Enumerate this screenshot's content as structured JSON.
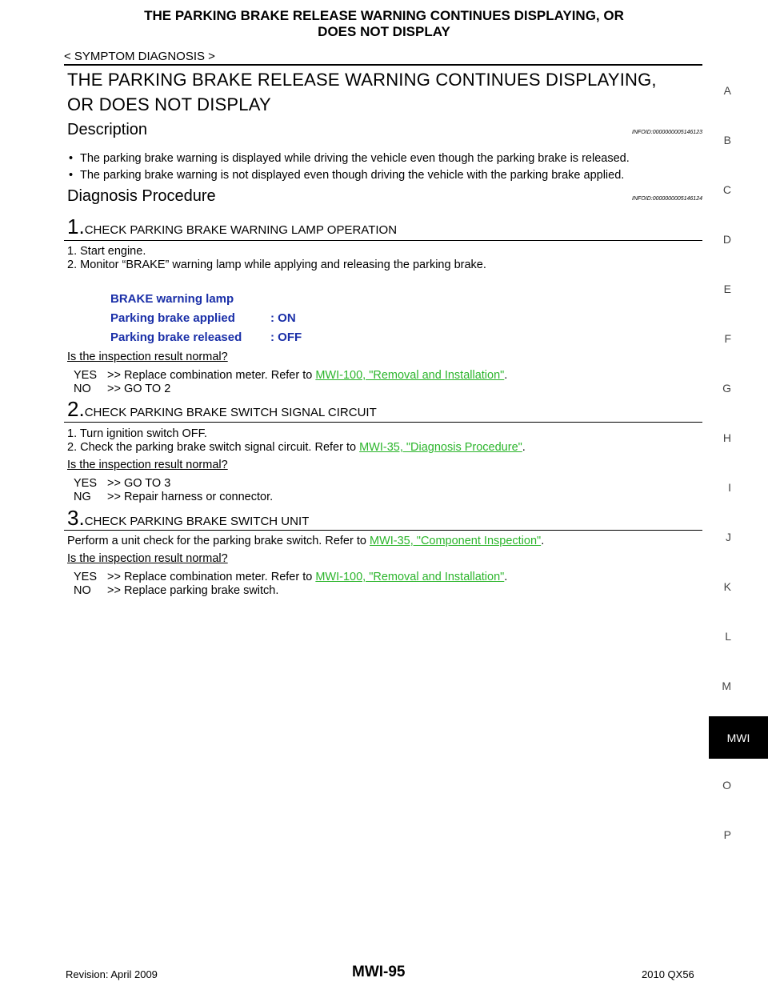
{
  "header": {
    "title_line1": "THE PARKING BRAKE RELEASE WARNING CONTINUES DISPLAYING, OR",
    "title_line2": "DOES NOT DISPLAY",
    "breadcrumb": "< SYMPTOM DIAGNOSIS >"
  },
  "page_title": {
    "line1": "THE PARKING BRAKE RELEASE WARNING CONTINUES DISPLAYING,",
    "line2": "OR DOES NOT DISPLAY"
  },
  "description": {
    "heading": "Description",
    "infoid": "INFOID:0000000005146123",
    "bullets": [
      "The parking brake warning is displayed while driving the vehicle even though the parking brake is released.",
      "The parking brake warning is not displayed even though driving the vehicle with the parking brake applied."
    ]
  },
  "diagnosis": {
    "heading": "Diagnosis Procedure",
    "infoid": "INFOID:0000000005146124",
    "step1": {
      "num": "1.",
      "title": "CHECK PARKING BRAKE WARNING LAMP OPERATION",
      "lines": [
        "1.   Start engine.",
        "2.   Monitor “BRAKE” warning lamp while applying and releasing the parking brake."
      ],
      "spec_title": "BRAKE warning lamp",
      "spec_rows": [
        {
          "k": "Parking brake applied",
          "v": ": ON"
        },
        {
          "k": "Parking brake released",
          "v": ": OFF"
        }
      ],
      "question": "Is the inspection result normal?",
      "yes_label": "YES",
      "yes_text": ">> Replace combination meter. Refer to ",
      "yes_link": "MWI-100, \"Removal and Installation\"",
      "no_label": "NO",
      "no_text": ">> GO TO 2"
    },
    "step2": {
      "num": "2.",
      "title": "CHECK PARKING BRAKE SWITCH SIGNAL CIRCUIT",
      "line1": "1.   Turn ignition switch OFF.",
      "line2_text": "2.   Check the parking brake switch signal circuit. Refer to ",
      "line2_link": "MWI-35, \"Diagnosis Procedure\"",
      "question": "Is the inspection result normal?",
      "yes_label": "YES",
      "yes_text": ">> GO TO 3",
      "ng_label": "NG",
      "ng_text": ">> Repair harness or connector."
    },
    "step3": {
      "num": "3.",
      "title": "CHECK PARKING BRAKE SWITCH UNIT",
      "line_text": "Perform a unit check for the parking brake switch. Refer to ",
      "line_link": "MWI-35, \"Component Inspection\"",
      "question": "Is the inspection result normal?",
      "yes_label": "YES",
      "yes_text": ">> Replace combination meter. Refer to ",
      "yes_link": "MWI-100, \"Removal and Installation\"",
      "no_label": "NO",
      "no_text": ">> Replace parking brake switch."
    }
  },
  "side_index": [
    "A",
    "B",
    "C",
    "D",
    "E",
    "F",
    "G",
    "H",
    "I",
    "J",
    "K",
    "L",
    "M",
    "O",
    "P"
  ],
  "side_tab": "MWI",
  "footer": {
    "revision": "Revision: April 2009",
    "page": "MWI-95",
    "model": "2010 QX56"
  }
}
